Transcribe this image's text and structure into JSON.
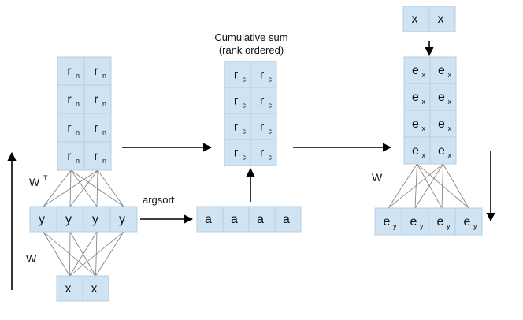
{
  "labels": {
    "weight_transpose": "W",
    "transpose_mark": "T",
    "weight_left": "W",
    "weight_right": "W",
    "argsort": "argsort",
    "cumsum_line1": "Cumulative sum",
    "cumsum_line2": "(rank ordered)"
  },
  "matrices": {
    "r": {
      "symbol": "r",
      "subscript": "n",
      "rows": 4,
      "cols": 2
    },
    "rc": {
      "symbol": "r",
      "subscript": "c",
      "rows": 4,
      "cols": 2
    },
    "e": {
      "symbol": "e",
      "subscript": "x",
      "rows": 4,
      "cols": 2
    }
  },
  "vectors": {
    "y": {
      "symbol": "y",
      "subscript": "",
      "count": 4
    },
    "x_left": {
      "symbol": "x",
      "subscript": "",
      "count": 2
    },
    "a": {
      "symbol": "a",
      "subscript": "",
      "count": 4
    },
    "x_right": {
      "symbol": "x",
      "subscript": "",
      "count": 2
    },
    "ey": {
      "symbol": "e",
      "subscript": "y",
      "count": 4
    }
  },
  "colors": {
    "cell_fill": "#cfe3f3",
    "cell_border": "#b7cfe2",
    "arrow": "#000000",
    "connection": "#7a7a7a"
  }
}
